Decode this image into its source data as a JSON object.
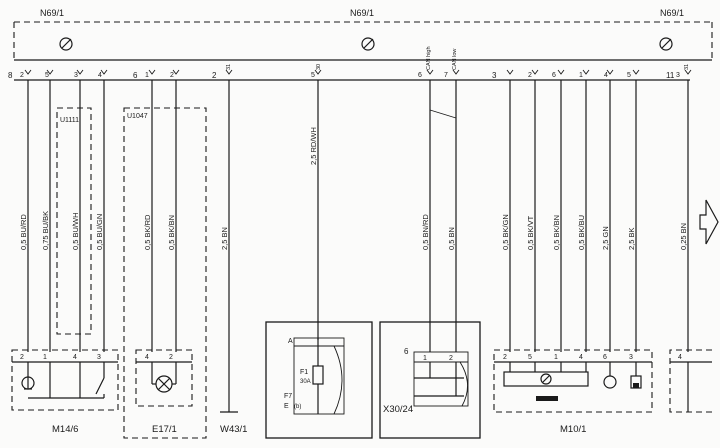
{
  "module": {
    "labels": [
      "N69/1",
      "N69/1",
      "N69/1"
    ]
  },
  "connectors": {
    "c8": "8",
    "c6": "6",
    "c2": "2",
    "c3": "3",
    "c11": "11"
  },
  "pins": {
    "p1": "2",
    "p2": "5",
    "p3": "3",
    "p4": "4",
    "p5": "1",
    "p6": "2",
    "p7": "5",
    "p8": "6",
    "p9": "7",
    "p10": "2",
    "p11": "6",
    "p12": "1",
    "p13": "4",
    "p14": "5",
    "p15": "3"
  },
  "signals": {
    "s31": "31",
    "s30": "30",
    "can_high": "CAN high",
    "can_low": "CAN low",
    "s31b": "31"
  },
  "wires": {
    "w1": "0,5 BU/RD",
    "w2": "0,75 BU/BK",
    "w3": "0,5 BU/WH",
    "w4": "0,5 BU/GN",
    "w5": "0,5 BK/RD",
    "w6": "0,5 BK/BN",
    "w7": "2,5 BN",
    "w8": "2,5 RD/WH",
    "w9": "0,5 BN/RD",
    "w10": "0,5 BN",
    "w11": "0,5 BK/GN",
    "w12": "0,5 BK/VT",
    "w13": "0,5 BK/BN",
    "w14": "0,5 BK/BU",
    "w15": "2,5 GN",
    "w16": "2,5 BK",
    "w17": "0,25 BN"
  },
  "splices": {
    "u1": "U1111",
    "u2": "U1047"
  },
  "components": {
    "m14": "M14/6",
    "e17": "E17/1",
    "w43": "W43/1",
    "x30": "X30/24",
    "m10": "M10/1"
  },
  "fuse": {
    "a": "A",
    "f1": "F1",
    "amps": "30A",
    "f7": "F7",
    "e": "E",
    "b": "(b)",
    "num6": "6"
  },
  "bottom_pins": {
    "m14_a": "2",
    "m14_b": "1",
    "m14_c": "4",
    "m14_d": "3",
    "e17_a": "4",
    "e17_b": "2",
    "x30_a": "1",
    "x30_b": "2",
    "m10_a": "2",
    "m10_b": "5",
    "m10_c": "1",
    "m10_d": "4",
    "m10_e": "6",
    "m10_f": "3",
    "r_a": "4"
  }
}
